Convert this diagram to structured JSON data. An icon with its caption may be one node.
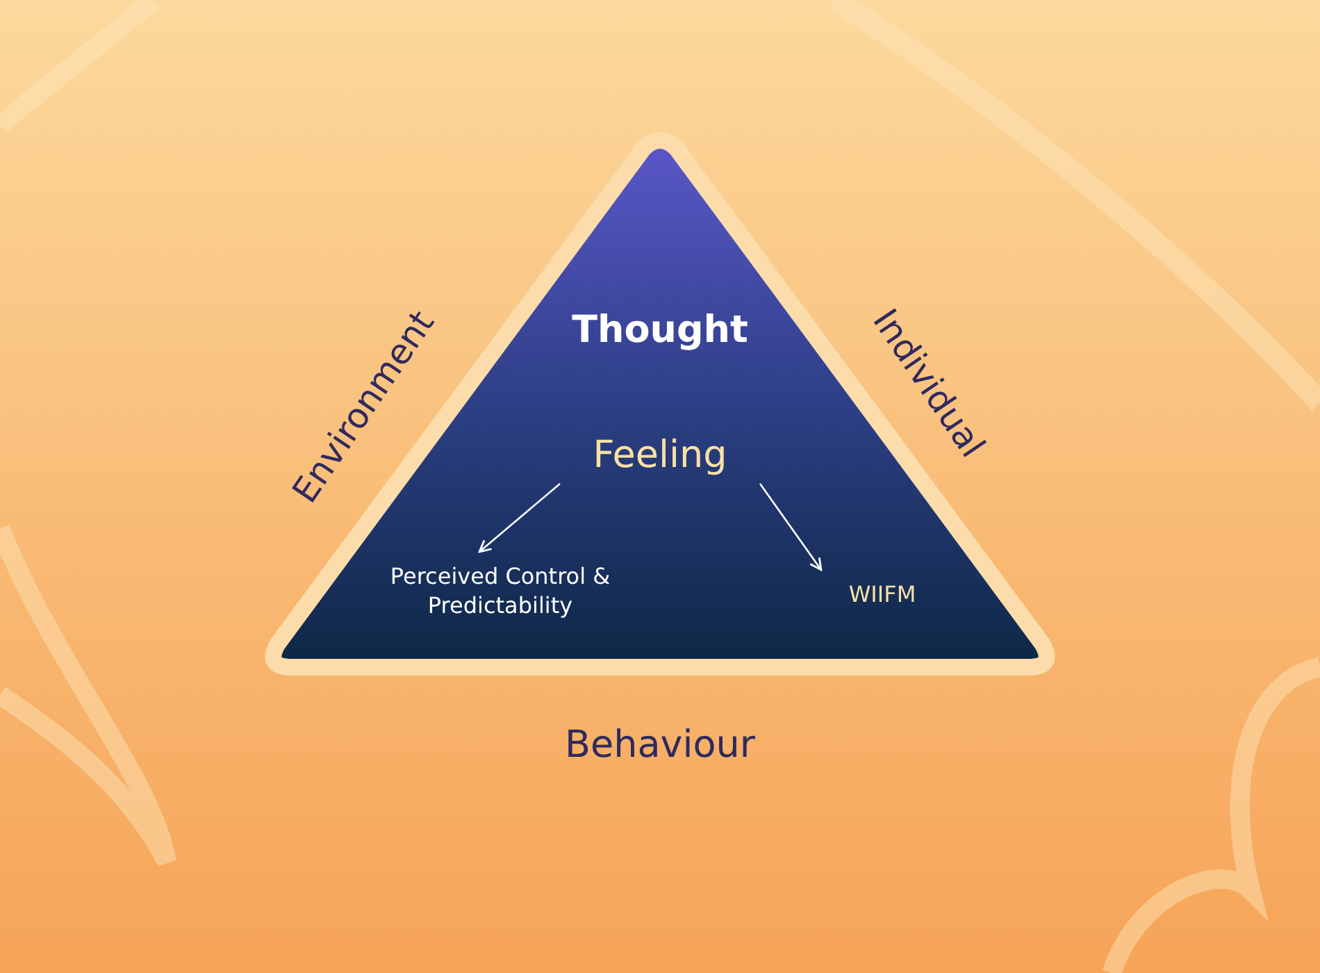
{
  "diagram": {
    "nodes": [
      {
        "text": [
          "Thought"
        ],
        "beside": [
          "Environment",
          "Individual",
          "Behaviour"
        ]
      },
      {
        "text": [
          "Feeling"
        ],
        "in": 0
      },
      {
        "text": [
          "Perceived Control & Predictability"
        ],
        "in": 0
      },
      {
        "text": [
          "WIIFM"
        ],
        "in": 0
      }
    ],
    "edges": [
      {
        "from": 1,
        "to": 2,
        "arrow": "to"
      },
      {
        "from": 1,
        "to": 3,
        "arrow": "to"
      }
    ]
  }
}
